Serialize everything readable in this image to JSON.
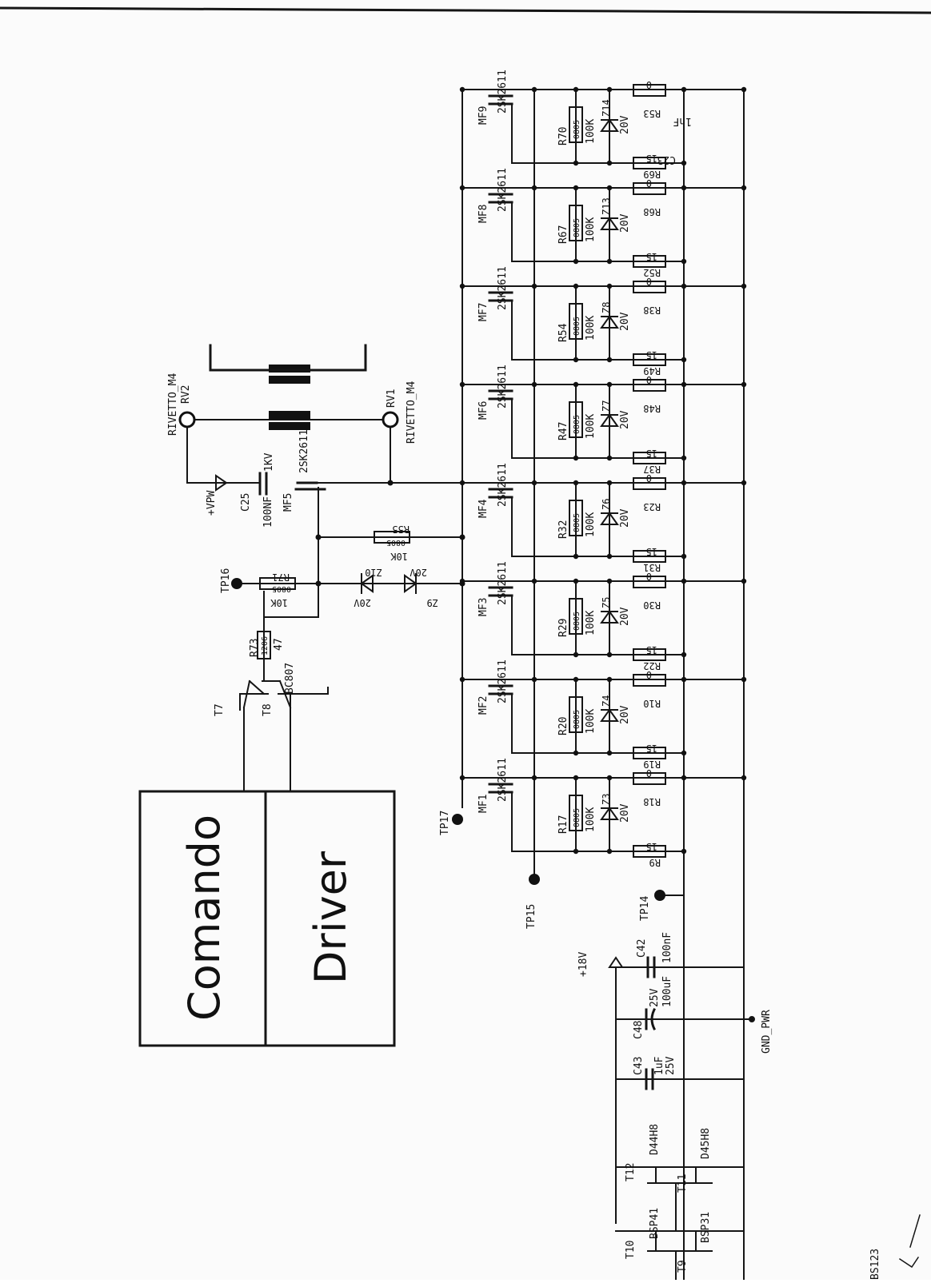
{
  "blocks": {
    "comando": "Comando",
    "driver": "Driver"
  },
  "mosfet_part": "2SK2611",
  "stages": [
    {
      "mf": "MF1",
      "r_gate": "R17",
      "r_pair": [
        "R9",
        "R18"
      ],
      "z": "Z3"
    },
    {
      "mf": "MF2",
      "r_gate": "R20",
      "r_pair": [
        "R19",
        "R10"
      ],
      "z": "Z4"
    },
    {
      "mf": "MF3",
      "r_gate": "R29",
      "r_pair": [
        "R22",
        "R30"
      ],
      "z": "Z5"
    },
    {
      "mf": "MF4",
      "r_gate": "R32",
      "r_pair": [
        "R31",
        "R23"
      ],
      "z": "Z6"
    },
    {
      "mf": "MF6",
      "r_gate": "R47",
      "r_pair": [
        "R37",
        "R48"
      ],
      "z": "Z7"
    },
    {
      "mf": "MF7",
      "r_gate": "R54",
      "r_pair": [
        "R49",
        "R38"
      ],
      "z": "Z8"
    },
    {
      "mf": "MF8",
      "r_gate": "R67",
      "r_pair": [
        "R52",
        "R68"
      ],
      "z": "Z13"
    },
    {
      "mf": "MF9",
      "r_gate": "R70",
      "r_pair": [
        "R69",
        "R53"
      ],
      "z": "Z14"
    }
  ],
  "stage_values": {
    "pkg": "0805",
    "r100k": "100K",
    "zener": "20V",
    "r15": "15",
    "r0": "0"
  },
  "labels": {
    "rv2": "RV2",
    "rv1": "RV1",
    "rivetto": "RIVETTO_M4",
    "vpw": "+VPW",
    "c25": "C25",
    "c25_val": "100NF",
    "c25_kv": "1KV",
    "mf5": "MF5",
    "r55": "R55",
    "r55_val": "10K",
    "pkg": "0805",
    "tp16": "TP16",
    "r71": "R71",
    "r71_val": "10K",
    "z10": "Z10",
    "z9": "Z9",
    "z_val": "20V",
    "r73": "R73",
    "r73_pkg": "1206",
    "r73_val": "47",
    "t7": "T7",
    "t8": "T8",
    "bc807": "BC807",
    "tp17": "TP17",
    "tp15": "TP15",
    "tp14": "TP14",
    "c23": "C23",
    "c23_val": "1nF",
    "p18v": "+18V",
    "c42": "C42",
    "c42_val": "100nF",
    "c48": "C48",
    "c48_v": "25V",
    "c48_val": "100uF",
    "c43": "C43",
    "c43_val": "1uF",
    "c43_v": "25V",
    "gnd": "GND_PWR",
    "t12": "T12",
    "d44": "D44H8",
    "t11": "T11",
    "d45": "D45H8",
    "t10": "T10",
    "bsp41": "BSP41",
    "t9": "T9",
    "bsp31": "BSP31",
    "corner": "BS123"
  }
}
